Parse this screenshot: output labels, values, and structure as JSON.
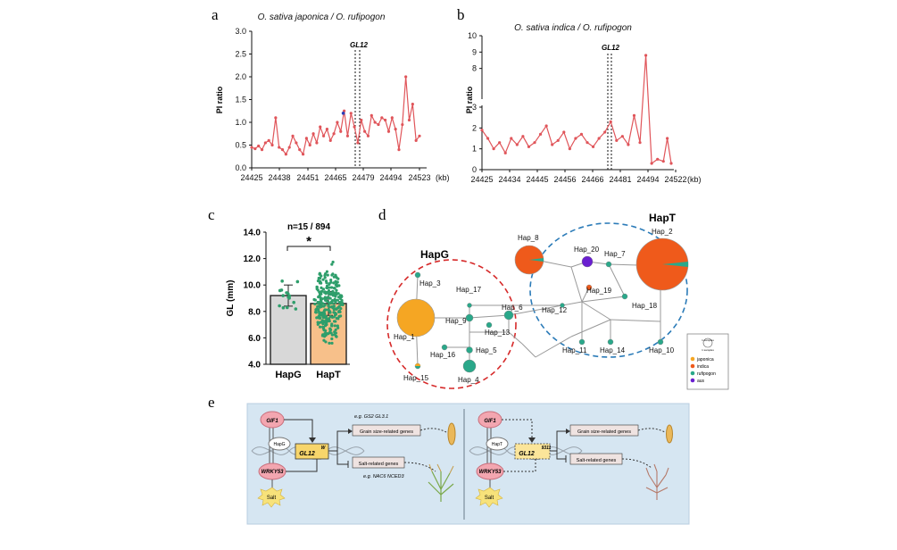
{
  "panels": {
    "a": "a",
    "b": "b",
    "c": "c",
    "d": "d",
    "e": "e"
  },
  "panel_a": {
    "title": "O. sativa japonica / O. rufipogon",
    "ylabel": "PI ratio",
    "marker": "GL12",
    "yticks": [
      "0.0",
      "0.5",
      "1.0",
      "1.5",
      "2.0",
      "2.5",
      "3.0"
    ],
    "xticks": [
      "24425",
      "24438",
      "24451",
      "24465",
      "24479",
      "24494",
      "24523"
    ],
    "xunit": "(kb)"
  },
  "panel_b": {
    "title": "O. sativa indica / O. rufipogon",
    "ylabel": "PI ratio",
    "marker": "GL12",
    "yticks_low": [
      "0",
      "1",
      "2",
      "3"
    ],
    "yticks_high": [
      "8",
      "9",
      "10"
    ],
    "xticks": [
      "24425",
      "24434",
      "24445",
      "24456",
      "24466",
      "24481",
      "24494",
      "24522"
    ],
    "xunit": "(kb)"
  },
  "panel_c": {
    "ylabel": "GL (mm)",
    "annotation": "n=15 / 894",
    "significance": "*",
    "yticks": [
      "4.0",
      "6.0",
      "8.0",
      "10.0",
      "12.0",
      "14.0"
    ],
    "categories": [
      "HapG",
      "HapT"
    ]
  },
  "panel_d": {
    "group_left": "HapG",
    "group_right": "HapT",
    "haplotypes": [
      "Hap_1",
      "Hap_2",
      "Hap_3",
      "Hap_4",
      "Hap_5",
      "Hap_6",
      "Hap_7",
      "Hap_8",
      "Hap_9",
      "Hap_10",
      "Hap_11",
      "Hap_12",
      "Hap_13",
      "Hap_14",
      "Hap_15",
      "Hap_16",
      "Hap_17",
      "Hap_18",
      "Hap_19",
      "Hap_20"
    ],
    "legend": {
      "scale_top": "1 samples",
      "scale_bottom": "1 samples",
      "items": [
        {
          "label": "japonica",
          "color": "#f5a623"
        },
        {
          "label": "indica",
          "color": "#ef5a1b"
        },
        {
          "label": "rufipogon",
          "color": "#2aa88a"
        },
        {
          "label": "aus",
          "color": "#6a1fd0"
        }
      ]
    }
  },
  "panel_e": {
    "left": {
      "top_factor": "GIF1",
      "promoter": "HapG",
      "gene": "GL12",
      "gene_sup": "W",
      "bottom_factor": "WRKY53",
      "stress": "Salt",
      "eg_top": "e.g. GS2 GL3.1",
      "box_top": "Grain size-related genes",
      "box_bottom": "Salt-related genes",
      "eg_bottom": "e.g. NAC6 NCED3"
    },
    "right": {
      "top_factor": "GIF1",
      "promoter": "HapT",
      "gene": "GL12",
      "gene_sup": "9311",
      "bottom_factor": "WRKY53",
      "stress": "Salt",
      "box_top": "Grain size-related genes",
      "box_bottom": "Salt-related genes"
    }
  },
  "colors": {
    "line": "#e0555a",
    "bar_hapg": "#d8d8d8",
    "bar_hapt": "#f7c08a",
    "dots": "#2e9e6b",
    "hapg_circle": "#d62a2a",
    "hapt_circle": "#2b7bb8",
    "panel_e_bg": "#d6e6f2"
  },
  "chart_data": [
    {
      "type": "line",
      "title": "O. sativa japonica / O. rufipogon",
      "xlabel": "(kb)",
      "ylabel": "PI ratio",
      "ylim": [
        0,
        3
      ],
      "xlim": [
        24425,
        24523
      ],
      "x": [
        24425,
        24427,
        24429,
        24431,
        24433,
        24435,
        24437,
        24439,
        24441,
        24443,
        24445,
        24447,
        24449,
        24451,
        24453,
        24455,
        24457,
        24459,
        24461,
        24463,
        24465,
        24467,
        24469,
        24471,
        24473,
        24475,
        24477,
        24479,
        24481,
        24483,
        24485,
        24487,
        24489,
        24491,
        24493,
        24495,
        24497,
        24499,
        24501,
        24503,
        24505,
        24507,
        24509,
        24511,
        24513,
        24515,
        24517,
        24519,
        24521,
        24523
      ],
      "y": [
        0.45,
        0.42,
        0.48,
        0.4,
        0.55,
        0.6,
        0.5,
        1.1,
        0.45,
        0.4,
        0.3,
        0.45,
        0.7,
        0.55,
        0.4,
        0.3,
        0.65,
        0.5,
        0.75,
        0.55,
        0.9,
        0.7,
        0.85,
        0.6,
        0.75,
        1.0,
        0.8,
        1.25,
        0.7,
        1.2,
        0.9,
        0.55,
        1.05,
        0.8,
        0.7,
        1.15,
        1.0,
        0.95,
        1.1,
        1.05,
        0.8,
        1.1,
        0.85,
        0.4,
        0.95,
        2.0,
        1.05,
        1.4,
        0.6,
        0.7
      ],
      "series": [
        {
          "name": "",
          "values": []
        }
      ],
      "marker_x": 24479,
      "grid": false
    },
    {
      "type": "line",
      "title": "O. sativa indica / O. rufipogon",
      "xlabel": "(kb)",
      "ylabel": "PI ratio",
      "ylim": [
        0,
        10
      ],
      "axis_break": [
        3,
        7
      ],
      "xlim": [
        24425,
        24522
      ],
      "x": [
        24425,
        24428,
        24431,
        24434,
        24437,
        24440,
        24443,
        24446,
        24449,
        24452,
        24455,
        24458,
        24461,
        24464,
        24467,
        24470,
        24473,
        24476,
        24479,
        24482,
        24485,
        24488,
        24491,
        24494,
        24497,
        24500,
        24503,
        24506,
        24509,
        24512,
        24515,
        24518,
        24520,
        24522
      ],
      "y": [
        1.9,
        1.5,
        1.0,
        1.3,
        0.8,
        1.5,
        1.2,
        1.6,
        1.1,
        1.3,
        1.7,
        2.1,
        1.2,
        1.4,
        1.8,
        1.0,
        1.5,
        1.7,
        1.3,
        1.1,
        1.5,
        1.8,
        2.3,
        1.4,
        1.6,
        1.2,
        2.6,
        1.3,
        8.8,
        0.3,
        0.5,
        0.4,
        1.5,
        0.3
      ],
      "marker_x": 24478,
      "grid": false
    },
    {
      "type": "bar",
      "title": "",
      "ylabel": "GL (mm)",
      "categories": [
        "HapG",
        "HapT"
      ],
      "values": [
        9.2,
        8.6
      ],
      "errors": [
        0.8,
        0.9
      ],
      "n": "n=15 / 894",
      "ylim": [
        4,
        14
      ],
      "significance": "*"
    }
  ]
}
